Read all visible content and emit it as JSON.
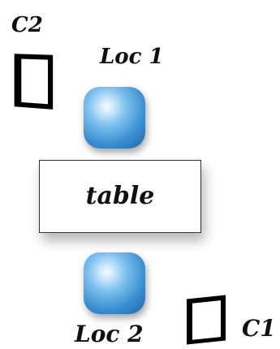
{
  "labels": {
    "c2": "C2",
    "loc1": "Loc 1",
    "table": "table",
    "loc2": "Loc 2",
    "c1": "C1"
  },
  "colors": {
    "blob_highlight": "#cfe8fb",
    "blob_mid": "#3a8fd0",
    "blob_dark": "#1f64a8",
    "outline": "#000000"
  }
}
